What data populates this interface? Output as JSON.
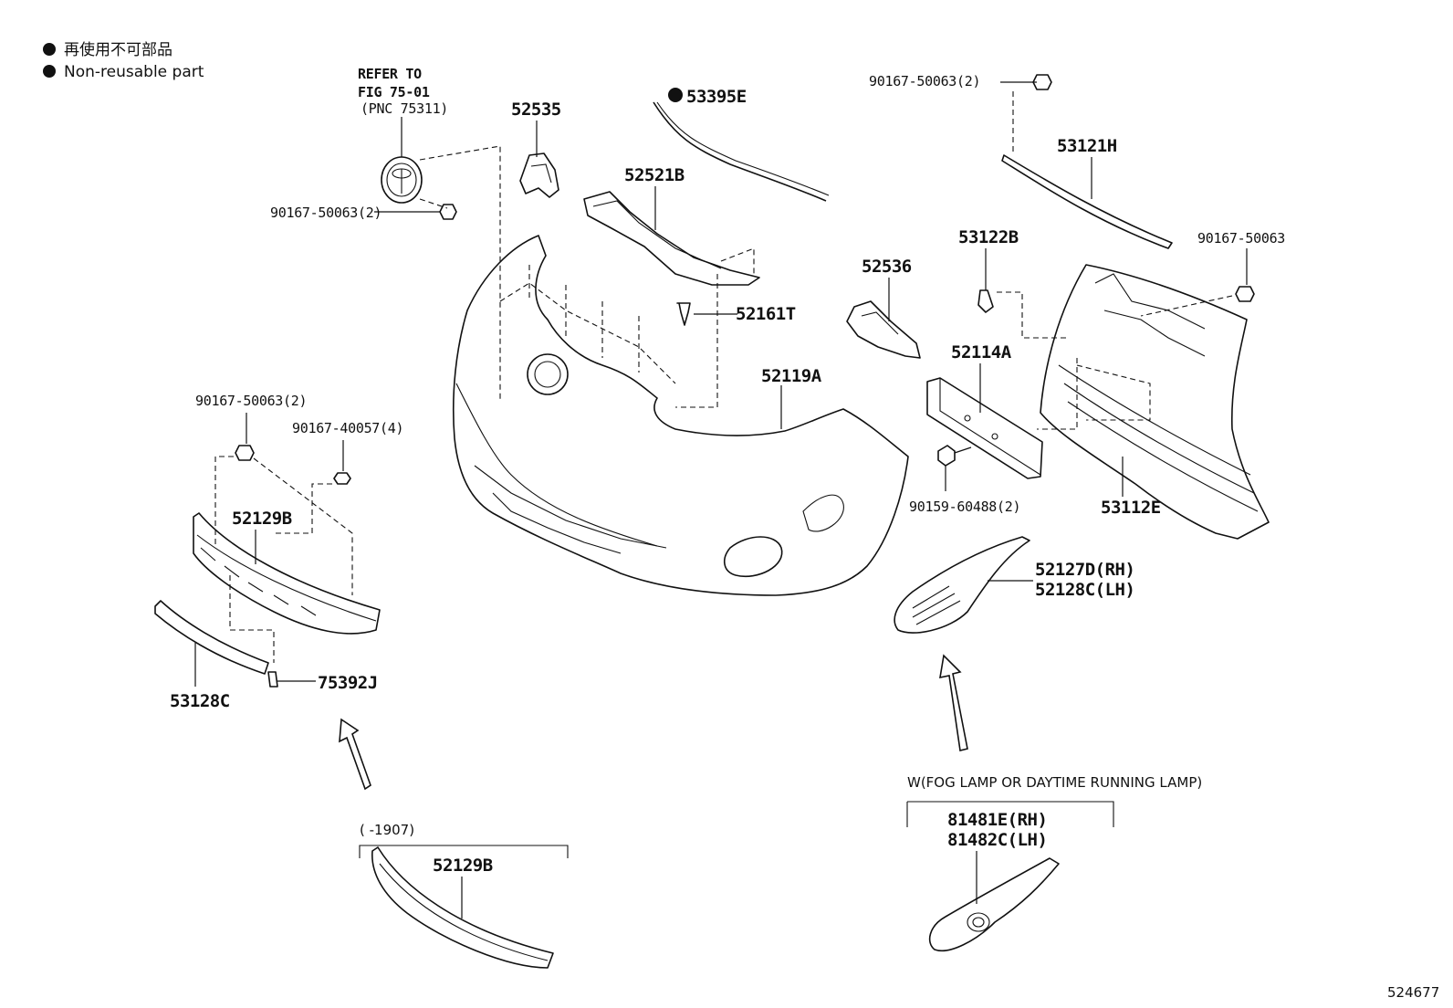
{
  "legend": {
    "jp_text": "再使用不可部品",
    "en_text": "Non-reusable part"
  },
  "refer": {
    "line1": "REFER TO",
    "line2": "FIG 75-01",
    "line3": "(PNC 75311)"
  },
  "labels": {
    "p52535": "52535",
    "p53395E": "53395E",
    "p90167_50063_2_top": "90167-50063(2)",
    "p53121H": "53121H",
    "p90167_50063_2_emblem": "90167-50063(2)",
    "p52521B": "52521B",
    "p53122B": "53122B",
    "p90167_50063_right": "90167-50063",
    "p52536": "52536",
    "p52161T": "52161T",
    "p52114A": "52114A",
    "p52119A": "52119A",
    "p90167_50063_2_left": "90167-50063(2)",
    "p90167_40057_4": "90167-40057(4)",
    "p90159_60488_2": "90159-60488(2)",
    "p53112E": "53112E",
    "p52129B_upper": "52129B",
    "p52127D": "52127D(RH)",
    "p52128C": "52128C(LH)",
    "p53128C": "53128C",
    "p75392J": "75392J",
    "p52129B_lower": "52129B",
    "p81481E": "81481E(RH)",
    "p81482C": "81482C(LH)"
  },
  "notes": {
    "fog_lamp": "W(FOG LAMP OR DAYTIME RUNNING LAMP)",
    "date_range": "(     -1907)"
  },
  "figure_id": "524677"
}
